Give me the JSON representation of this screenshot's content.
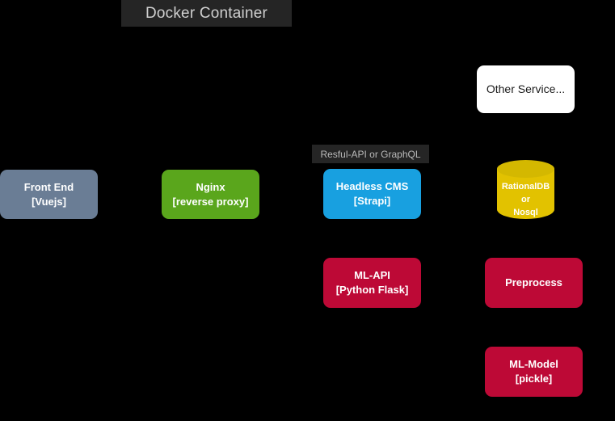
{
  "diagram": {
    "background_color": "#000000",
    "title_bar": {
      "label": "Docker Container",
      "background_color": "#252525",
      "text_color": "#cfcfcf"
    },
    "edge_label": {
      "label": "Resful-API or GraphQL",
      "background_color": "#252525",
      "text_color": "#b9b9b9"
    },
    "nodes": [
      {
        "name": "front-end",
        "lines": [
          "Front End",
          "[Vuejs]"
        ],
        "color": "#6a7d95",
        "text_color": "#ffffff",
        "shape": "rounded-rect"
      },
      {
        "name": "nginx",
        "lines": [
          "Nginx",
          "[reverse proxy]"
        ],
        "color": "#5aa61c",
        "text_color": "#ffffff",
        "shape": "rounded-rect"
      },
      {
        "name": "headless-cms",
        "lines": [
          "Headless CMS",
          "[Strapi]"
        ],
        "color": "#18a0e0",
        "text_color": "#ffffff",
        "shape": "rounded-rect"
      },
      {
        "name": "other-service",
        "lines": [
          "Other Service..."
        ],
        "color": "#ffffff",
        "text_color": "#1a1a1a",
        "shape": "rounded-rect"
      },
      {
        "name": "ml-api",
        "lines": [
          "ML-API",
          "[Python Flask]"
        ],
        "color": "#bd0936",
        "text_color": "#ffffff",
        "shape": "rounded-rect"
      },
      {
        "name": "preprocess",
        "lines": [
          "Preprocess"
        ],
        "color": "#bd0936",
        "text_color": "#ffffff",
        "shape": "rounded-rect"
      },
      {
        "name": "ml-model",
        "lines": [
          "ML-Model",
          "[pickle]"
        ],
        "color": "#bd0936",
        "text_color": "#ffffff",
        "shape": "rounded-rect"
      },
      {
        "name": "database",
        "lines": [
          "RationalDB",
          "or",
          "Nosql"
        ],
        "color": "#e2c200",
        "top_color": "#d4b800",
        "text_color": "#ffffff",
        "shape": "cylinder"
      }
    ]
  }
}
